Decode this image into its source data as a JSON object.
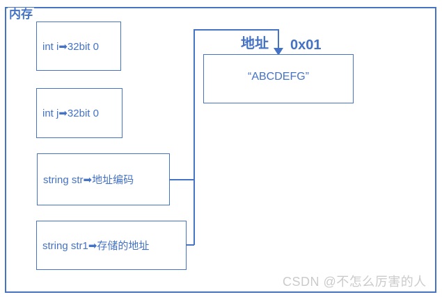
{
  "colors": {
    "accent": "#4472C4",
    "watermark": "#cbcbcb"
  },
  "frame": {
    "label": "内存"
  },
  "memory_boxes": [
    {
      "id": "int-i",
      "label": "int i➡32bit 0"
    },
    {
      "id": "int-j",
      "label": "int j➡32bit 0"
    },
    {
      "id": "string-str",
      "label": "string str➡地址编码"
    },
    {
      "id": "string-str1",
      "label": "string str1➡存储的地址"
    }
  ],
  "heap": {
    "address_label": "地址",
    "address_value": "0x01",
    "value": "“ABCDEFG”"
  },
  "watermark": "CSDN @不怎么厉害的人"
}
